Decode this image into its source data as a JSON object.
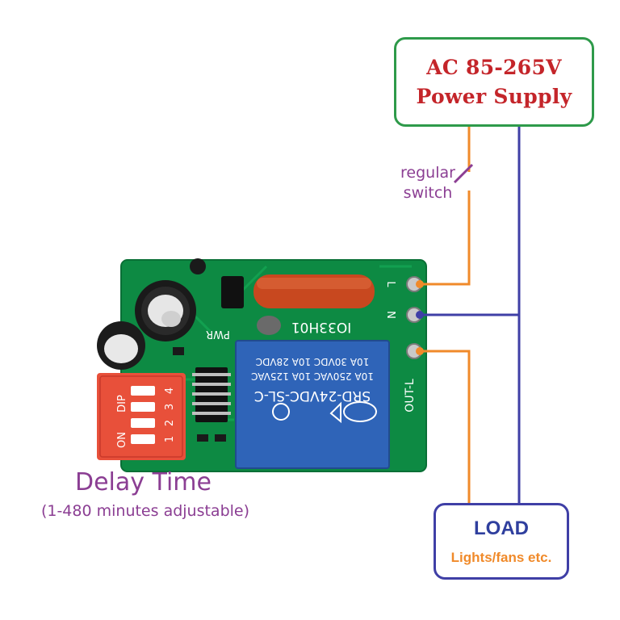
{
  "power_supply": {
    "line1": "AC 85-265V",
    "line2": "Power Supply"
  },
  "switch_label": {
    "line1": "regular",
    "line2": "switch"
  },
  "delay": {
    "title": "Delay Time",
    "subtitle": "(1-480 minutes adjustable)"
  },
  "load": {
    "title": "LOAD",
    "subtitle": "Lights/fans etc."
  },
  "board": {
    "relay_model": "SRD-24VDC-SL-C",
    "relay_rating_1": "10A 250VAC  10A 125VAC",
    "relay_rating_2": "10A 30VDC  10A 28VDC",
    "pcb_code": "IO33H01",
    "pwr_label": "PWR",
    "terminal_l": "L",
    "terminal_n": "N",
    "terminal_out": "OUT-L",
    "dip_label": "DIP",
    "dip_on": "ON",
    "dip_numbers": [
      "1",
      "2",
      "3",
      "4"
    ]
  },
  "colors": {
    "wire_line": "#f08a2a",
    "wire_neutral": "#3f3fa6",
    "label_purple": "#8b3e93",
    "pcb_green": "#0d8a43",
    "relay_blue": "#2f64b8",
    "dip_red": "#e8503a"
  }
}
